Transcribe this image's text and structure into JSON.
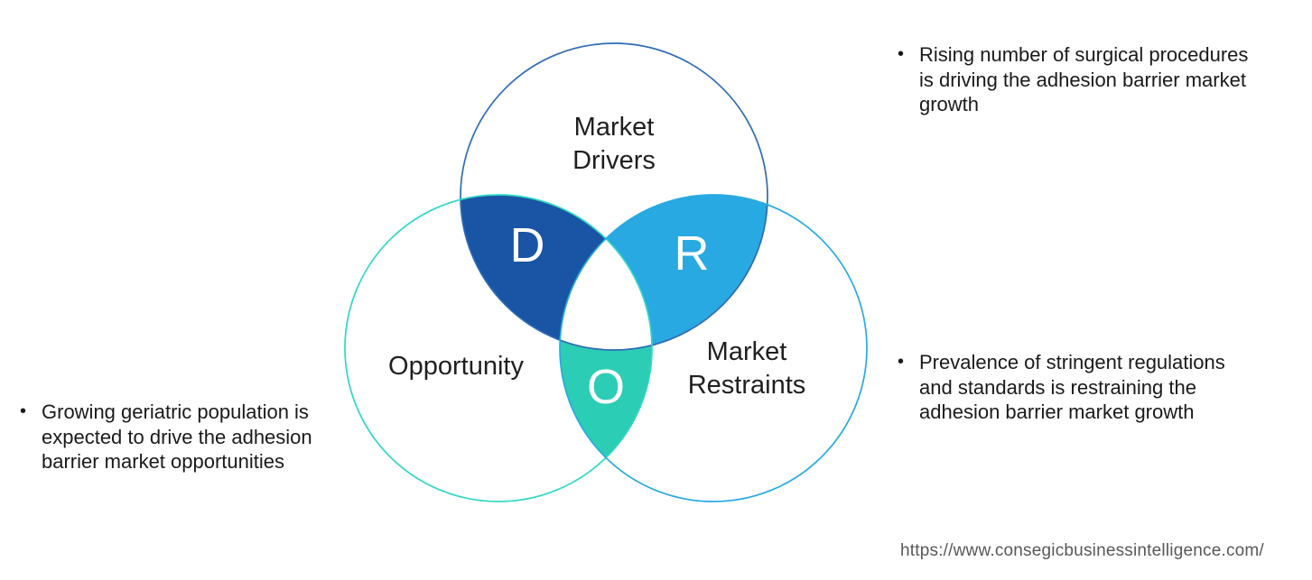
{
  "venn": {
    "drivers": {
      "letter": "D",
      "label_line1": "Market",
      "label_line2": "Drivers"
    },
    "restraints": {
      "letter": "R",
      "label_line1": "Market",
      "label_line2": "Restraints"
    },
    "opportunity": {
      "letter": "O",
      "label": "Opportunity"
    },
    "colors": {
      "drivers_lens": "#1955a4",
      "restraints_lens": "#29a9e1",
      "opportunity_lens": "#2bcdb4",
      "drivers_stroke": "#2e6cb4",
      "restraints_stroke": "#29a9e1",
      "opportunity_stroke": "#2fd8c4"
    }
  },
  "notes": {
    "driver": {
      "bullet": "•",
      "lines": [
        "Rising number of surgical procedures",
        "is driving the adhesion barrier market",
        "growth"
      ]
    },
    "restraint": {
      "bullet": "•",
      "lines": [
        "Prevalence of stringent regulations",
        "and standards is restraining the",
        "adhesion barrier market growth"
      ]
    },
    "opportunity": {
      "bullet": "•",
      "lines": [
        "Growing geriatric population is",
        "expected to drive the adhesion",
        "barrier market opportunities"
      ]
    }
  },
  "footer": {
    "url": "https://www.consegicbusinessintelligence.com/"
  }
}
